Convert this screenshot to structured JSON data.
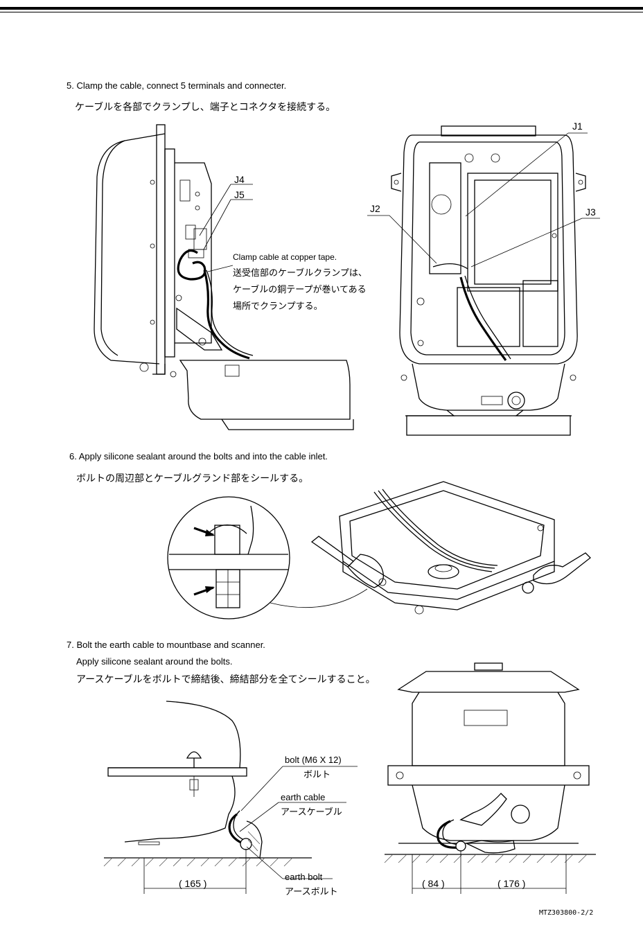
{
  "steps": [
    {
      "number_text": "5. Clamp the cable, connect 5 terminals and connecter.",
      "jp": "ケーブルを各部でクランプし、端子とコネクタを接続する。"
    },
    {
      "number_text": "6. Apply silicone sealant around the bolts and into the cable inlet.",
      "jp": "ボルトの周辺部とケーブルグランド部をシールする。"
    },
    {
      "number_text": "7. Bolt the earth cable to mountbase and scanner.",
      "en2": "Apply silicone sealant around the bolts.",
      "jp": "アースケーブルをボルトで締結後、締結部分を全てシールすること。"
    }
  ],
  "fig5": {
    "labels": {
      "j4": "J4",
      "j5": "J5",
      "j1": "J1",
      "j2": "J2",
      "j3": "J3"
    },
    "clamp_note_en": "Clamp cable at copper tape.",
    "clamp_note_jp1": "送受信部のケーブルクランプは、",
    "clamp_note_jp2": "ケーブルの銅テープが巻いてある",
    "clamp_note_jp3": "場所でクランプする。"
  },
  "fig7": {
    "bolt_en": "bolt (M6 X 12)",
    "bolt_jp": "ボルト",
    "earth_cable_en": "earth cable",
    "earth_cable_jp": "アースケーブル",
    "earth_bolt_en": "earth bolt",
    "earth_bolt_jp": "アースボルト",
    "dim1": "( 165 )",
    "dim2": "( 84 )",
    "dim3": "( 176 )"
  },
  "doc_code": "MTZ303800-2/2"
}
